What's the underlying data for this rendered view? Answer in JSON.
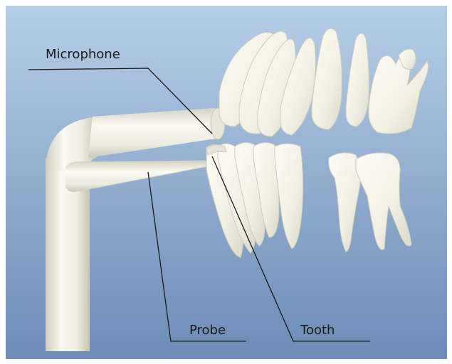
{
  "labels": {
    "microphone": "Microphone",
    "probe": "Probe",
    "tooth": "Tooth"
  },
  "colors": {
    "background_top": "#b3cce6",
    "background_bottom": "#6f8fb8",
    "model_fill": "#f4f3e8",
    "model_shade": "#d6d4c4",
    "leader_line": "#1a1a1a"
  }
}
